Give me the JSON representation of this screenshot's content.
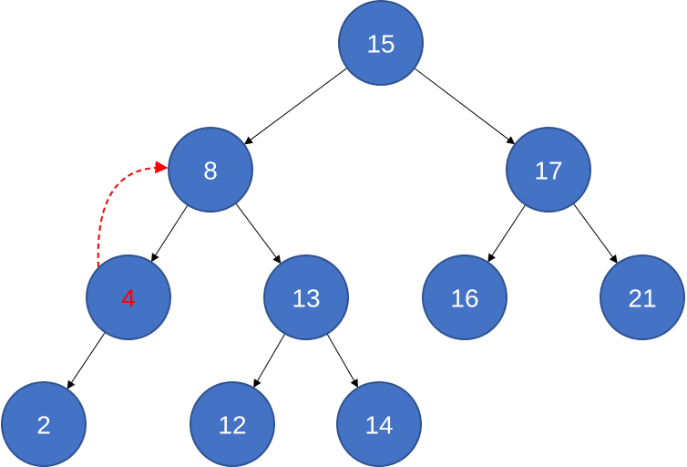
{
  "colors": {
    "node_fill": "#4472c4",
    "node_text": "#ffffff",
    "highlight_text": "#ff0000",
    "edge": "#000000",
    "highlight_arrow": "#ff0000"
  },
  "nodes": [
    {
      "id": "n15",
      "label": "15",
      "highlight": false
    },
    {
      "id": "n8",
      "label": "8",
      "highlight": false
    },
    {
      "id": "n17",
      "label": "17",
      "highlight": false
    },
    {
      "id": "n4",
      "label": "4",
      "highlight": true
    },
    {
      "id": "n13",
      "label": "13",
      "highlight": false
    },
    {
      "id": "n16",
      "label": "16",
      "highlight": false
    },
    {
      "id": "n21",
      "label": "21",
      "highlight": false
    },
    {
      "id": "n2",
      "label": "2",
      "highlight": false
    },
    {
      "id": "n12",
      "label": "12",
      "highlight": false
    },
    {
      "id": "n14",
      "label": "14",
      "highlight": false
    }
  ],
  "edges": [
    {
      "from": "n15",
      "to": "n8"
    },
    {
      "from": "n15",
      "to": "n17"
    },
    {
      "from": "n8",
      "to": "n4"
    },
    {
      "from": "n8",
      "to": "n13"
    },
    {
      "from": "n17",
      "to": "n16"
    },
    {
      "from": "n17",
      "to": "n21"
    },
    {
      "from": "n4",
      "to": "n2"
    },
    {
      "from": "n13",
      "to": "n12"
    },
    {
      "from": "n13",
      "to": "n14"
    }
  ],
  "highlight_arrow": {
    "from": "n4",
    "to": "n8",
    "style": "dashed-curved"
  }
}
